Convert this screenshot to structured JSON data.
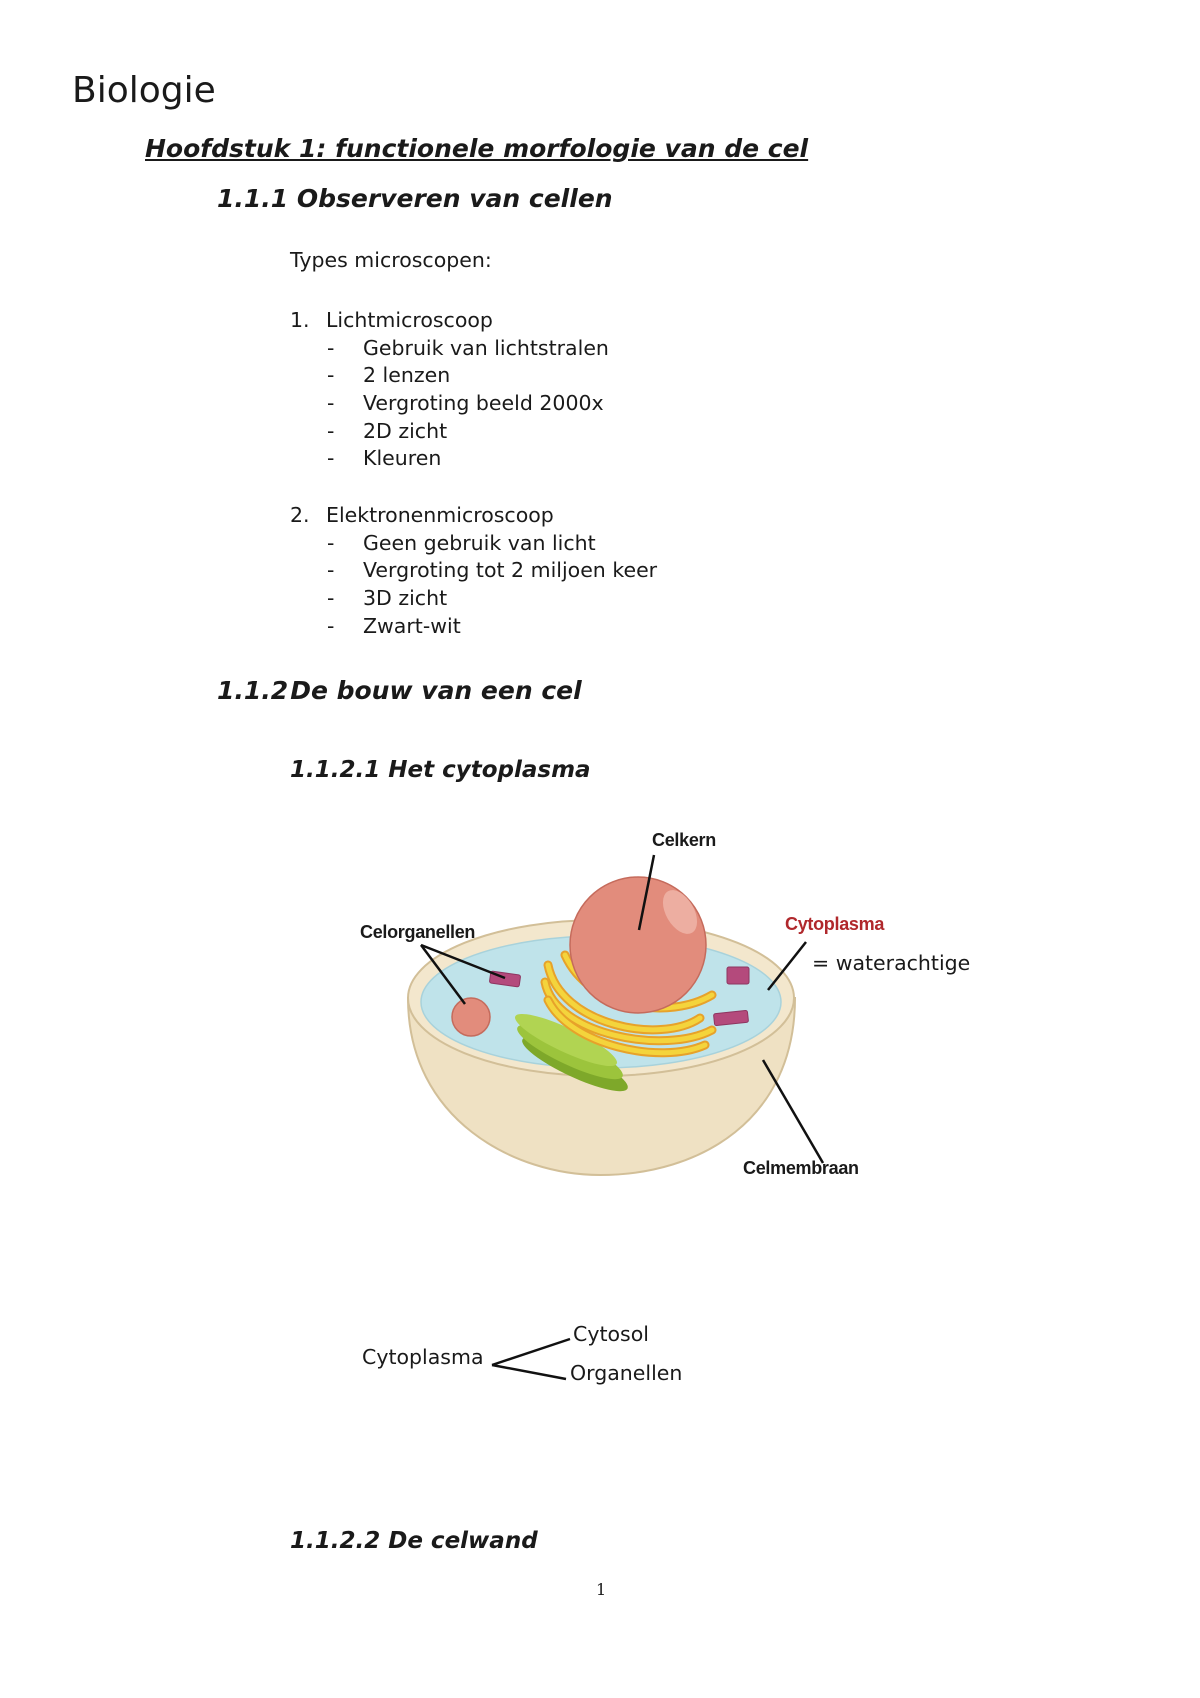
{
  "document": {
    "title": "Biologie",
    "chapter": "Hoofdstuk 1: functionele morfologie van de cel",
    "section_1": {
      "heading": "1.1.1 Observeren van cellen",
      "intro": "Types microscopen:",
      "items": [
        {
          "number": "1.",
          "label": "Lichtmicroscoop",
          "sub": [
            "Gebruik van lichtstralen",
            "2 lenzen",
            "Vergroting beeld 2000x",
            "2D zicht",
            "Kleuren"
          ]
        },
        {
          "number": "2.",
          "label": "Elektronenmicroscoop",
          "sub": [
            "Geen gebruik van licht",
            "Vergroting tot 2 miljoen keer",
            "3D zicht",
            "Zwart-wit"
          ]
        }
      ]
    },
    "section_2": {
      "heading_num": "1.1.2",
      "heading_text": "De bouw van een cel",
      "sub_1": "1.1.2.1 Het cytoplasma",
      "sub_2": "1.1.2.2 De celwand"
    },
    "figure": {
      "labels": {
        "nucleus": "Celkern",
        "organelles": "Celorganellen",
        "cytoplasm": "Cytoplasma",
        "membrane": "Celmembraan"
      },
      "annotation": "= waterachtige",
      "colors": {
        "cytoplasm_label": "#b0282c",
        "cytosol": "#bfe3ea",
        "membrane": "#efe1c3",
        "nucleus": "#e28c7c",
        "er": "#f4d43c",
        "chloroplast": "#9cc43c",
        "vesicle": "#b44a7c"
      }
    },
    "branch": {
      "root": "Cytoplasma",
      "children": [
        "Cytosol",
        "Organellen"
      ]
    },
    "page_number": "1"
  }
}
